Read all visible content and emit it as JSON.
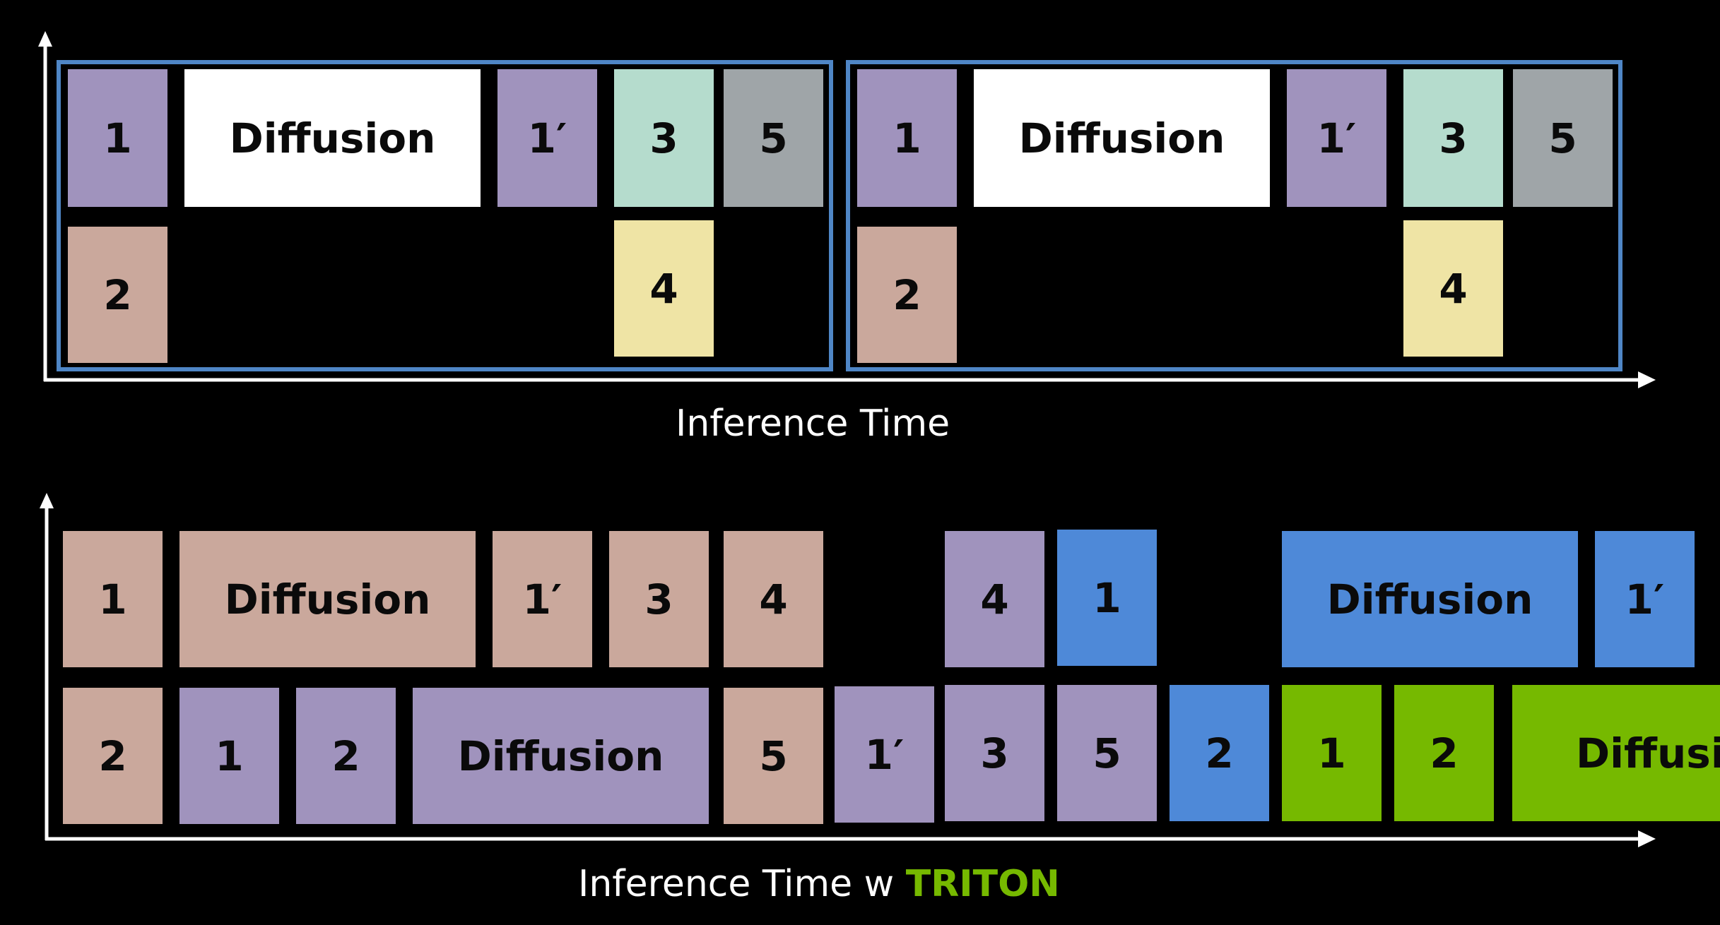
{
  "colors": {
    "purple": "#a093bd",
    "pink": "#caa89c",
    "green_mint": "#b5dccd",
    "gray": "#9fa5a8",
    "yellow": "#efe4a5",
    "white": "#ffffff",
    "blue": "#4e89d8",
    "green": "#76b900",
    "frame": "#4f86c6",
    "axis": "#ffffff",
    "background": "#000000"
  },
  "top": {
    "axis_label": "Inference Time",
    "pipelines": [
      {
        "blocks": [
          {
            "label": "1",
            "color": "purple"
          },
          {
            "label": "Diffusion",
            "color": "white"
          },
          {
            "label": "1′",
            "color": "purple"
          },
          {
            "label": "3",
            "color": "green_mint"
          },
          {
            "label": "5",
            "color": "gray"
          },
          {
            "label": "2",
            "color": "pink"
          },
          {
            "label": "4",
            "color": "yellow"
          }
        ]
      },
      {
        "blocks": [
          {
            "label": "1",
            "color": "purple"
          },
          {
            "label": "Diffusion",
            "color": "white"
          },
          {
            "label": "1′",
            "color": "purple"
          },
          {
            "label": "3",
            "color": "green_mint"
          },
          {
            "label": "5",
            "color": "gray"
          },
          {
            "label": "2",
            "color": "pink"
          },
          {
            "label": "4",
            "color": "yellow"
          }
        ]
      }
    ]
  },
  "bottom": {
    "axis_label_prefix": "Inference Time w ",
    "axis_label_highlight": "TRITON",
    "row1": [
      {
        "label": "1",
        "color": "pink"
      },
      {
        "label": "Diffusion",
        "color": "pink"
      },
      {
        "label": "1′",
        "color": "pink"
      },
      {
        "label": "3",
        "color": "pink"
      },
      {
        "label": "4",
        "color": "pink"
      },
      {
        "label": "4",
        "color": "purple"
      },
      {
        "label": "1",
        "color": "blue"
      },
      {
        "label": "Diffusion",
        "color": "blue"
      },
      {
        "label": "1′",
        "color": "blue"
      }
    ],
    "row2": [
      {
        "label": "2",
        "color": "pink"
      },
      {
        "label": "1",
        "color": "purple"
      },
      {
        "label": "2",
        "color": "purple"
      },
      {
        "label": "Diffusion",
        "color": "purple"
      },
      {
        "label": "5",
        "color": "pink"
      },
      {
        "label": "1′",
        "color": "purple"
      },
      {
        "label": "3",
        "color": "purple"
      },
      {
        "label": "5",
        "color": "purple"
      },
      {
        "label": "2",
        "color": "blue"
      },
      {
        "label": "1",
        "color": "green"
      },
      {
        "label": "2",
        "color": "green"
      },
      {
        "label": "Diffusio",
        "color": "green"
      }
    ]
  }
}
